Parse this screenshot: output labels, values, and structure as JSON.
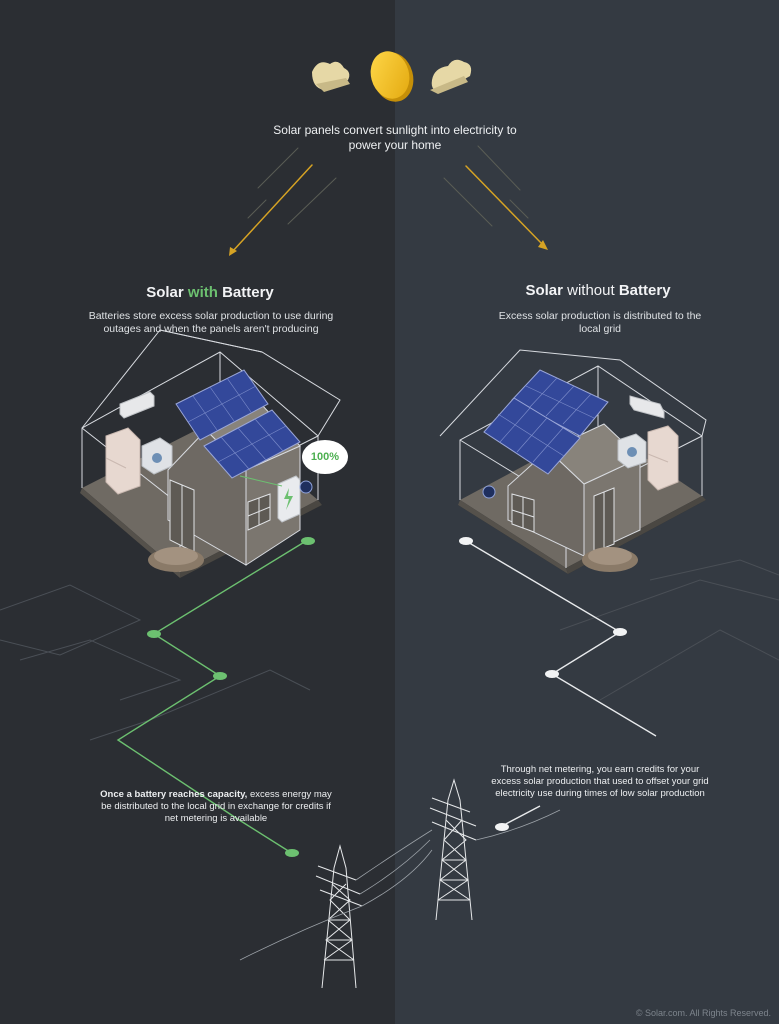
{
  "intro": {
    "text": "Solar panels convert sunlight into electricity to power your home"
  },
  "left": {
    "title_pre": "Solar ",
    "title_accent": "with",
    "title_post": " Battery",
    "subtitle": "Batteries store excess solar production to use during outages and when the panels aren't producing",
    "battery_level": "100%",
    "note_bold": "Once a battery reaches capacity,",
    "note_rest": " excess energy may be distributed to the local grid in exchange for credits if net metering is available"
  },
  "right": {
    "title_pre": "Solar",
    "title_mid": " without ",
    "title_post": "Battery",
    "subtitle": "Excess solar production is distributed to the local grid",
    "note": "Through net metering, you earn credits for your excess solar production that used to offset your grid electricity use during times of low solar production"
  },
  "footer": {
    "copyright": "© Solar.com. All Rights Reserved."
  },
  "colors": {
    "left_bg": "#2b2e33",
    "right_bg": "#343a42",
    "accent_green": "#6cc070",
    "sun": "#f7c325"
  }
}
